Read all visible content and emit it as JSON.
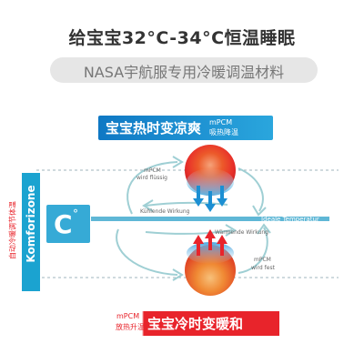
{
  "title": "给宝宝32°C-34°C恒温睡眠",
  "subtitle": "NASA宇航服专用冷暖调温材料",
  "hot_banner": {
    "main": "宝宝热时变凉爽",
    "sub_line1": "mPCM",
    "sub_line2": "吸热降温"
  },
  "cold_banner": {
    "main": "宝宝冷时变暖和",
    "sub_line1": "mPCM",
    "sub_line2": "放热升温"
  },
  "badge": {
    "symbol": "C",
    "degree": "°",
    "brand": "Komforizone",
    "vertical_text": "自动冷暖调节体温"
  },
  "labels": {
    "top_left_line1": "mPCM",
    "top_left_line2": "wird flüssig",
    "cooling": "Kühlende Wirkung",
    "ideal": "Ideale Temperatur",
    "warming": "Wärmende Wirkung",
    "bottom_right_line1": "mPCM",
    "bottom_right_line2": "wird fest"
  },
  "colors": {
    "blue": "#1b8fd3",
    "red": "#e8242b",
    "teal": "#9fcfd4",
    "ideal_line": "#5fb7d6",
    "hot_ball_top": "#e83a1f",
    "cold_ball_bottom": "#3aa0dd"
  }
}
